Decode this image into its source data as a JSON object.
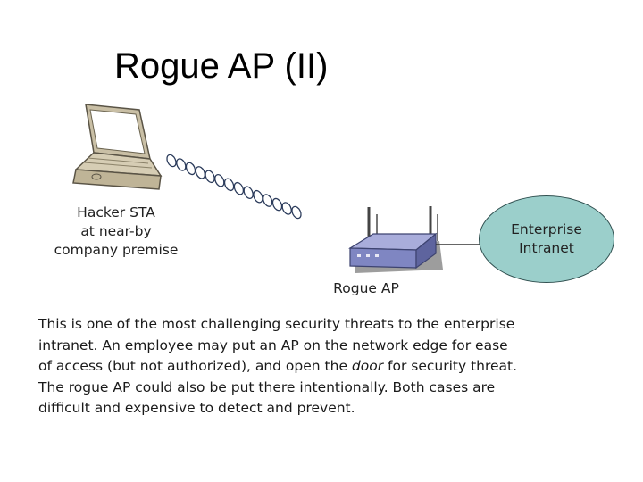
{
  "title": "Rogue AP (II)",
  "hacker": {
    "lines": [
      "Hacker STA",
      "at near-by",
      "company premise"
    ]
  },
  "rogue_ap": {
    "label": "Rogue AP"
  },
  "enterprise": {
    "lines": [
      "Enterprise",
      "Intranet"
    ],
    "fill": "#9bcfcb"
  },
  "description": {
    "line1": "This is one of the most challenging security threats to the enterprise",
    "line2": "intranet.  An employee may put an AP on the network edge for ease",
    "line3_pre": "of access (but not authorized), and open the ",
    "line3_em": "door",
    "line3_post": " for security threat.",
    "line4": "The rogue AP could also be  put there intentionally.  Both cases are",
    "line5": "difficult and expensive to detect and prevent."
  },
  "colors": {
    "laptop_body": "#c9bfa5",
    "laptop_screen": "#ffffff",
    "ap_body": "#7f86c2",
    "wave": "#2a3a5a",
    "cloud": "#9bcfcb"
  }
}
